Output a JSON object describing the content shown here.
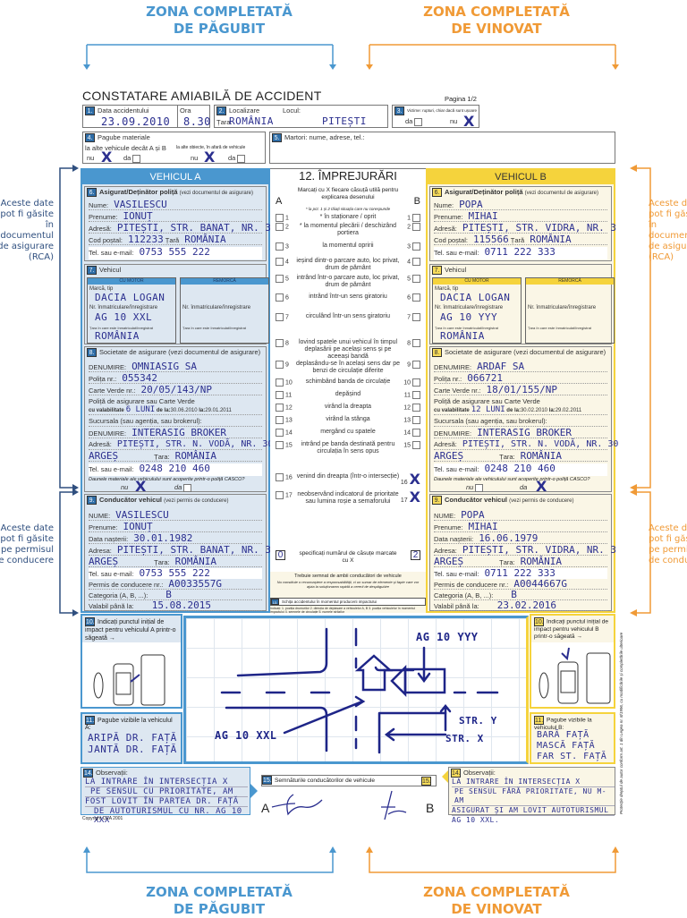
{
  "zones": {
    "top_left": [
      "ZONA COMPLETATĂ",
      "DE PĂGUBIT"
    ],
    "top_right": [
      "ZONA COMPLETATĂ",
      "DE VINOVAT"
    ],
    "bottom_left": [
      "ZONA COMPLETATĂ",
      "DE PĂGUBIT"
    ],
    "bottom_right": [
      "ZONA COMPLETATĂ",
      "DE VINOVAT"
    ]
  },
  "side_notes": {
    "left_rca": "Aceste date pot fi găsite în documentul de asigurare (RCA)",
    "left_permis": "Aceste date pot fi găsite pe permisul de conducere",
    "right_rca": "Aceste date pot fi găsite în documentul de asigurare (RCA)",
    "right_permis": "Aceste date pot fi găsite pe permisul de conducere"
  },
  "form": {
    "title": "CONSTATARE AMIABILĂ DE ACCIDENT",
    "page": "Pagina 1/2",
    "s1": {
      "num": "1.",
      "date_label": "Data accidentului",
      "date": "23.09.2010",
      "time_label": "Ora",
      "time": "8.30"
    },
    "s2": {
      "num": "2.",
      "label": "Localizare",
      "country_label": "Țara:",
      "country": "ROMÂNIA",
      "place_label": "Locul:",
      "place": "PITEȘTI"
    },
    "s3": {
      "num": "3.",
      "label": "Victime: rupturi, chiar dacă sunt ușoare",
      "da": "da",
      "nu": "nu",
      "marked": "nu"
    },
    "s4": {
      "num": "4.",
      "label": "Pagube materiale",
      "other_vehicles": "la alte vehicule decât A și B",
      "other_objects": "la alte obiecte, în afară de vehicule",
      "nu": "nu",
      "da": "da"
    },
    "s5": {
      "num": "5.",
      "label": "Martori: nume, adrese, tel.:"
    },
    "vehicle_a": {
      "header": "VEHICUL A",
      "s6": {
        "num": "6.",
        "title": "Asigurat/Deținător poliță",
        "sub": "(vezi documentul de asigurare)",
        "nume_l": "Nume:",
        "nume": "VASILESCU",
        "prenume_l": "Prenume:",
        "prenume": "IONUȚ",
        "adresa_l": "Adresă:",
        "adresa": "PITEȘTI, STR. BANAT, NR. 3",
        "cod_l": "Cod poștal:",
        "cod": "112233",
        "tara_l": "Țară",
        "tara": "ROMÂNIA",
        "tel_l": "Tel. sau e-mail:",
        "tel": "0753 555 222"
      },
      "s7": {
        "num": "7.",
        "title": "Vehicul",
        "motor": "CU MOTOR",
        "remorca": "REMORCĂ",
        "marca_l": "Marcă, tip",
        "marca": "DACIA LOGAN",
        "nr_l": "Nr. înmatriculare/înregistrare",
        "nr": "AG 10 XXL",
        "tara_l": "Țara în care este înmatriculat/înregistrat",
        "tara": "ROMÂNIA"
      },
      "s8": {
        "num": "8.",
        "title": "Societate de asigurare",
        "sub": "(vezi documentul de asigurare)",
        "den_l": "DENUMIRE:",
        "den": "OMNIASIG SA",
        "polita_l": "Polița nr.:",
        "polita": "055342",
        "cv_l": "Carte Verde nr.:",
        "cv": "20/05/143/NP",
        "val_text": "Poliță de asigurare sau Carte Verde",
        "val_l": "cu valabilitate",
        "val": "6 LUNI",
        "from_l": "de la:",
        "from": "30.06.2010",
        "to_l": "la:",
        "to": "29.01.2011",
        "sucursala": "Sucursala (sau agenția, sau brokerul):",
        "br_den": "INTERASIG BROKER",
        "br_adr_l": "Adresă:",
        "br_adr": "PITEȘTI, STR. N. VODĂ, NR. 30",
        "br_jud": "ARGEȘ",
        "br_tara_l": "Țara:",
        "br_tara": "ROMÂNIA",
        "tel_l": "Tel. sau e-mail:",
        "tel": "0248 210 460",
        "casco_q": "Daunele materiale ale vehiculului sunt acoperite printr-o poliță CASCO?",
        "nu": "nu",
        "da": "da",
        "casco": "nu"
      },
      "s9": {
        "num": "9.",
        "title": "Conducător vehicul",
        "sub": "(vezi permis de conducere)",
        "nume_l": "NUME:",
        "nume": "VASILESCU",
        "prenume_l": "Prenume:",
        "prenume": "IONUȚ",
        "dn_l": "Data nașterii:",
        "dn": "30.01.1982",
        "adr_l": "Adresa:",
        "adr": "PITEȘTI, STR. BANAT, NR. 3",
        "jud": "ARGEȘ",
        "tara_l": "Țara:",
        "tara": "ROMÂNIA",
        "tel_l": "Tel. sau e-mail:",
        "tel": "0753 555 222",
        "permis_l": "Permis de conducere nr.:",
        "permis": "A0033557G",
        "cat_l": "Categoria (A, B, ...):",
        "cat": "B",
        "valabil_l": "Valabil până la:",
        "valabil": "15.08.2015"
      },
      "s10": {
        "num": "10.",
        "title": "Indicați punctul inițial de impact pentru vehiculul A printr-o săgeată →"
      },
      "s11": {
        "num": "11.",
        "title": "Pagube vizibile la vehiculul A:",
        "lines": [
          "ARIPĂ DR. FAȚĂ",
          "JANTĂ DR. FAȚĂ"
        ]
      },
      "s14": {
        "num": "14.",
        "title": "Observații:",
        "lines": [
          "LA INTRARE ÎN INTERSECȚIA X",
          "PE SENSUL CU PRIORITATE, AM",
          "FOST LOVIT ÎN PARTEA DR. FAȚĂ",
          "DE AUTOTURISMUL CU NR. AG 10 XXX"
        ]
      },
      "copyright": "Copyright CEA 2001"
    },
    "vehicle_b": {
      "header": "VEHICUL B",
      "s6": {
        "num": "6.",
        "title": "Asigurat/Deținător poliță",
        "sub": "(vezi documentul de asigurare)",
        "nume_l": "Nume:",
        "nume": "POPA",
        "prenume_l": "Prenume:",
        "prenume": "MIHAI",
        "adresa_l": "Adresă:",
        "adresa": "PITEȘTI, STR. VIDRA, NR. 3",
        "cod_l": "Cod poștal:",
        "cod": "115566",
        "tara_l": "Țară",
        "tara": "ROMÂNIA",
        "tel_l": "Tel. sau e-mail:",
        "tel": "0711 222 333"
      },
      "s7": {
        "num": "7.",
        "title": "Vehicul",
        "motor": "CU MOTOR",
        "remorca": "REMORCĂ",
        "marca_l": "Marcă, tip",
        "marca": "DACIA LOGAN",
        "nr_l": "Nr. înmatriculare/înregistrare",
        "nr": "AG 10 YYY",
        "tara_l": "Țara în care este înmatriculat/înregistrat",
        "tara": "ROMÂNIA"
      },
      "s8": {
        "num": "8.",
        "title": "Societate de asigurare",
        "sub": "(vezi documentul de asigurare)",
        "den_l": "DENUMIRE:",
        "den": "ARDAF SA",
        "polita_l": "Polița nr.:",
        "polita": "066721",
        "cv_l": "Carte Verde nr.:",
        "cv": "18/01/155/NP",
        "val_text": "Poliță de asigurare sau Carte Verde",
        "val_l": "cu valabilitate",
        "val": "12 LUNI",
        "from_l": "de la:",
        "from": "30.02.2010",
        "to_l": "la:",
        "to": "29.02.2011",
        "sucursala": "Sucursala (sau agenția, sau brokerul):",
        "br_den": "INTERASIG BROKER",
        "br_adr_l": "Adresă:",
        "br_adr": "PITEȘTI, STR. N. VODĂ, NR. 30",
        "br_jud": "ARGEȘ",
        "br_tara_l": "Țara:",
        "br_tara": "ROMÂNIA",
        "tel_l": "Tel. sau e-mail:",
        "tel": "0248 210 460",
        "casco_q": "Daunele materiale ale vehiculului sunt acoperite printr-o poliță CASCO?",
        "nu": "nu",
        "da": "da",
        "casco": "da"
      },
      "s9": {
        "num": "9.",
        "title": "Conducător vehicul",
        "sub": "(vezi permis de conducere)",
        "nume_l": "NUME:",
        "nume": "POPA",
        "prenume_l": "Prenume:",
        "prenume": "MIHAI",
        "dn_l": "Data nașterii:",
        "dn": "16.06.1979",
        "adr_l": "Adresa:",
        "adr": "PITEȘTI, STR. VIDRA, NR. 3",
        "jud": "ARGEȘ",
        "tara_l": "Țara:",
        "tara": "ROMÂNIA",
        "tel_l": "Tel. sau e-mail:",
        "tel": "0711 222 333",
        "permis_l": "Permis de conducere nr.:",
        "permis": "A0044667G",
        "cat_l": "Categoria (A, B, ...):",
        "cat": "B",
        "valabil_l": "Valabil până la:",
        "valabil": "23.02.2016"
      },
      "s10": {
        "num": "10.",
        "title": "Indicați punctul inițial de impact pentru vehiculul B printr-o săgeată →"
      },
      "s11": {
        "num": "11.",
        "title": "Pagube vizibile la vehiculul B:",
        "lines": [
          "BARĂ FAȚĂ",
          "MASCĂ FAȚĂ",
          "FAR ST. FAȚĂ"
        ]
      },
      "s14": {
        "num": "14.",
        "title": "Observații:",
        "lines": [
          "LA INTRARE ÎN INTERSECȚIA X",
          "PE SENSUL FĂRĂ PRIORITATE, NU M-AM",
          "ASIGURAT ȘI AM LOVIT AUTOTURISMUL",
          "AG 10 XXL."
        ]
      }
    },
    "s12": {
      "title": "12. ÎMPREJURĂRI",
      "intro": "Marcați cu X fiecare căsuță utilă pentru explicarea desenului",
      "note": "* la pct. 1 și 2 tăiați situația care nu corespunde",
      "col_a": "A",
      "col_b": "B",
      "items": [
        {
          "n": "1",
          "text": "* în staționare / oprit",
          "a": false,
          "b": false
        },
        {
          "n": "2",
          "text": "* la momentul plecării / deschizând portiera",
          "a": false,
          "b": false
        },
        {
          "n": "3",
          "text": "la momentul opririi",
          "a": false,
          "b": false
        },
        {
          "n": "4",
          "text": "ieșind dintr-o parcare auto, loc privat, drum de pământ",
          "a": false,
          "b": false
        },
        {
          "n": "5",
          "text": "intrând într-o parcare auto, loc privat, drum de pământ",
          "a": false,
          "b": false
        },
        {
          "n": "6",
          "text": "intrând într-un sens giratoriu",
          "a": false,
          "b": false
        },
        {
          "n": "7",
          "text": "circulând într-un sens giratoriu",
          "a": false,
          "b": false
        },
        {
          "n": "8",
          "text": "lovind spatele unui vehicul în timpul deplasării pe același sens și pe aceeași bandă",
          "a": false,
          "b": false
        },
        {
          "n": "9",
          "text": "deplasându-se în același sens dar pe benzi de circulație diferite",
          "a": false,
          "b": false
        },
        {
          "n": "10",
          "text": "schimbând banda de circulație",
          "a": false,
          "b": false
        },
        {
          "n": "11",
          "text": "depășind",
          "a": false,
          "b": false
        },
        {
          "n": "12",
          "text": "virând la dreapta",
          "a": false,
          "b": false
        },
        {
          "n": "13",
          "text": "virând la stânga",
          "a": false,
          "b": false
        },
        {
          "n": "14",
          "text": "mergând cu spatele",
          "a": false,
          "b": false
        },
        {
          "n": "15",
          "text": "intrând pe banda destinată pentru circulația în sens opus",
          "a": false,
          "b": false
        },
        {
          "n": "16",
          "text": "venind din dreapta (într-o intersecție)",
          "a": false,
          "b": true
        },
        {
          "n": "17",
          "text": "neobservând indicatorul de prioritate sau lumina roșie a semaforului",
          "a": false,
          "b": true
        }
      ],
      "count_label": "specificați numărul de căsuțe marcate cu X",
      "count_a": "0",
      "count_b": "2",
      "must_sign": "Trebuie semnat de ambii conducători de vehicule",
      "disclaimer": "Nu constituie o recunoaștere a responsabilității, ci un sumar de elemente și fapte care vor ajuta la soluționarea rapidă a cererii de despăgubire"
    },
    "s13": {
      "num": "13.",
      "title": "Schița accidentului în momentul producerii impactului",
      "hint": "Indicați: 1. poziția drumurilor 2. direcția de deplasare a vehiculelor A, B 3. poziția vehiculelor în momentul impactului 4. semnele de circulație 5. numele străzilor"
    },
    "sketch": {
      "label_a": "AG 10 XXL",
      "label_b": "AG 10 YYY",
      "street_x": "STR. X",
      "street_y": "STR. Y"
    },
    "s15": {
      "num": "15.",
      "title": "Semnăturile conducătorilor de vehicule",
      "a": "A",
      "b": "B"
    },
    "side_legal": "Protecție dreptul de autor conform art. 1 din Legea nr. 8/1996, cu modificările și completările ulterioare"
  },
  "colors": {
    "blue": "#4a97cf",
    "orange": "#f09a36",
    "yellow": "#f5d33c",
    "ink": "#2b2f8f"
  }
}
